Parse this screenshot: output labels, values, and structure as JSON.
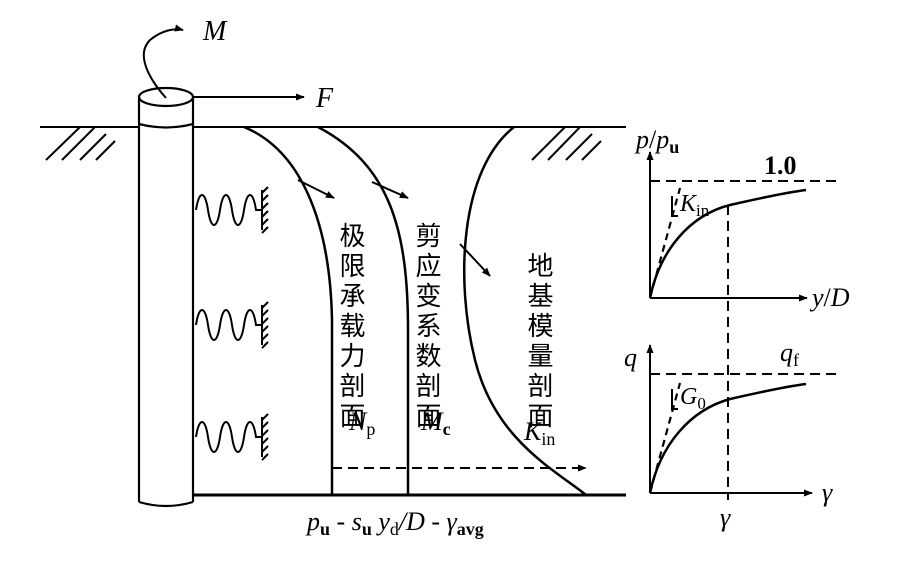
{
  "labels": {
    "moment": "M",
    "force": "F",
    "profile_np_title": "极限承载力剖面",
    "profile_np_symbol": "N",
    "profile_np_sub": "p",
    "profile_mc_title": "剪应变系数剖面",
    "profile_mc_symbol": "M",
    "profile_mc_sub": "c",
    "profile_kin_title": "地基模量剖面",
    "profile_kin_symbol": "K",
    "profile_kin_sub": "in",
    "bottom_formula": {
      "p": "p",
      "p_sub": "u",
      "dash1": " - ",
      "s": "s",
      "s_sub": "u",
      "y": " y",
      "y_sub": "d",
      "slashD": "/D",
      "dash2": " - ",
      "gamma": "γ",
      "gamma_sub": "avg"
    },
    "graph_top": {
      "ylabel_p": "p",
      "ylabel_slash": "/",
      "ylabel_p2": "p",
      "ylabel_sub": "u",
      "asymptote": "1.0",
      "slope_symbol": "K",
      "slope_sub": "in",
      "xlabel_y": "y",
      "xlabel_slash": "/",
      "xlabel_D": "D"
    },
    "graph_bottom": {
      "ylabel": "q",
      "asymptote_symbol": "q",
      "asymptote_sub": "f",
      "slope_symbol": "G",
      "slope_sub": "0",
      "xlabel": "γ",
      "x_marker": "γ"
    }
  },
  "colors": {
    "ink": "#000000",
    "background": "#ffffff"
  }
}
